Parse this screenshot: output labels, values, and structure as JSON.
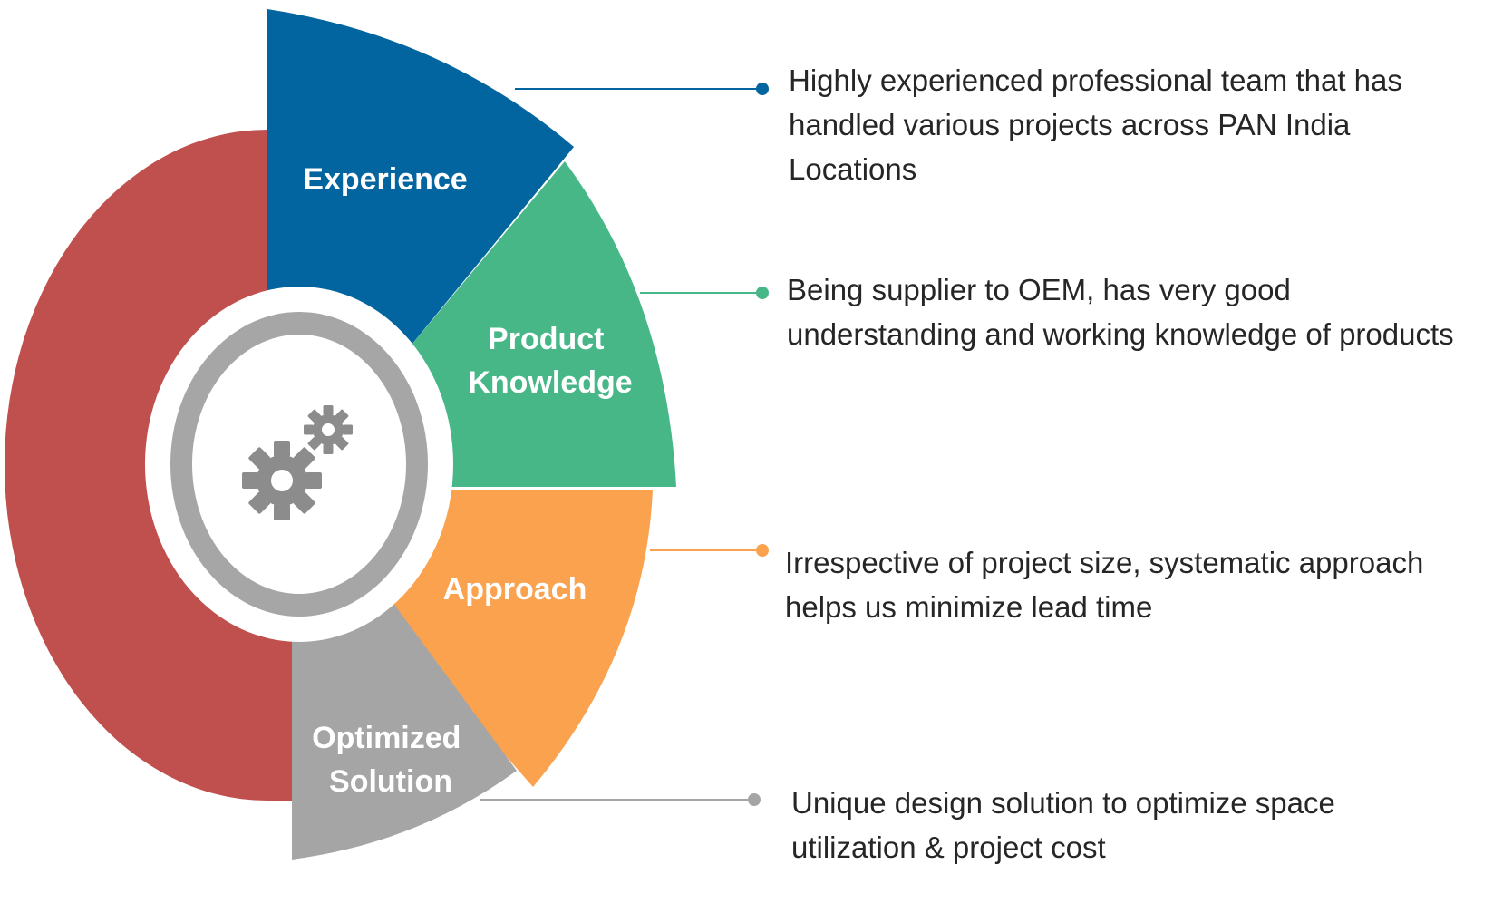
{
  "segments": [
    {
      "id": "experience",
      "lines": [
        "Experience"
      ],
      "color": "#02659F"
    },
    {
      "id": "product-knowledge",
      "lines": [
        "Product",
        "Knowledge"
      ],
      "color": "#47B788"
    },
    {
      "id": "approach",
      "lines": [
        "Approach"
      ],
      "color": "#FBA24F"
    },
    {
      "id": "optimized-solution",
      "lines": [
        "Optimized",
        "Solution"
      ],
      "color": "#A5A5A5"
    }
  ],
  "background_arc_color": "#C0504D",
  "center_icon": "gears-icon",
  "descriptions": [
    {
      "text": "Highly experienced professional team that has handled various projects across PAN India Locations",
      "color": "#02659F"
    },
    {
      "text": "Being supplier to OEM, has very good understanding and working knowledge of products",
      "color": "#47B788"
    },
    {
      "text": "Irrespective of project size, systematic approach helps us minimize lead time",
      "color": "#FBA24F"
    },
    {
      "text": "Unique design solution to optimize space utilization & project cost",
      "color": "#A5A5A5"
    }
  ]
}
